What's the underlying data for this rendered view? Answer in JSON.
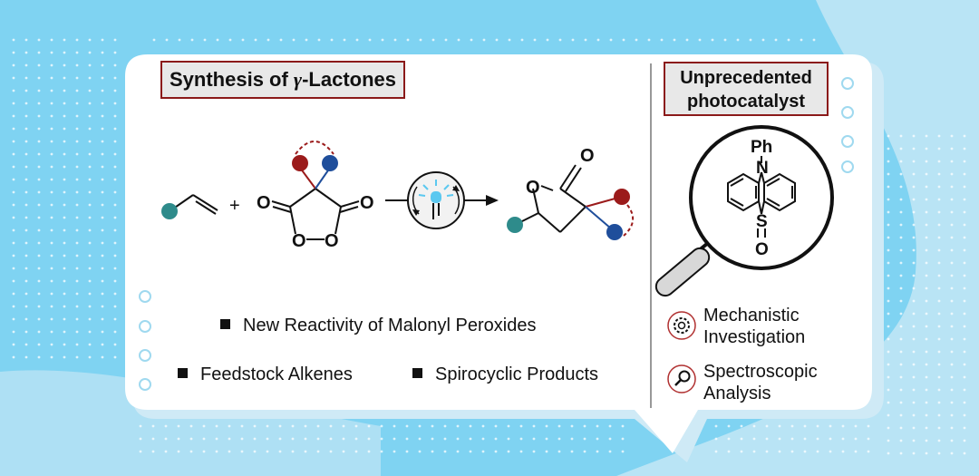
{
  "left_panel": {
    "title_prefix": "Synthesis of ",
    "title_gamma": "γ",
    "title_suffix": "-Lactones",
    "scheme": {
      "plus": "+",
      "peroxide_carbonyl_o_left": "O",
      "peroxide_carbonyl_o_right": "O",
      "peroxide_ring_o_left": "O",
      "peroxide_ring_o_right": "O",
      "lactone_ring_o": "O",
      "lactone_carbonyl_o": "O"
    },
    "bullets": [
      "New Reactivity of Malonyl Peroxides",
      "Feedstock Alkenes",
      "Spirocyclic Products"
    ]
  },
  "right_panel": {
    "title_line1": "Unprecedented",
    "title_line2": "photocatalyst",
    "catalyst": {
      "ph": "Ph",
      "n": "N",
      "s": "S",
      "o": "O"
    },
    "features": [
      {
        "icon": "gear-icon",
        "line1": "Mechanistic",
        "line2": "Investigation"
      },
      {
        "icon": "magnifier-icon",
        "line1": "Spectroscopic",
        "line2": "Analysis"
      }
    ]
  },
  "colors": {
    "background": "#7fd3f2",
    "card": "#ffffff",
    "title_border": "#8b1a1a",
    "title_fill": "#e8e8e8",
    "teal": "#2e8b8b",
    "red": "#9b1b1b",
    "blue": "#1f4e9b",
    "light_blue": "#5bc8f0"
  }
}
